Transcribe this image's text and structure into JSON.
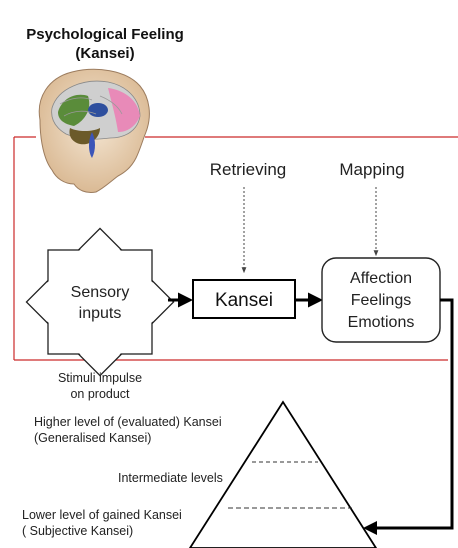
{
  "title": {
    "line1": "Psychological Feeling",
    "line2": "(Kansei)"
  },
  "labels": {
    "retrieving": "Retrieving",
    "mapping": "Mapping"
  },
  "sensory": {
    "line1": "Sensory",
    "line2": "inputs"
  },
  "kansei_box": "Kansei",
  "affection": {
    "line1": "Affection",
    "line2": "Feelings",
    "line3": "Emotions"
  },
  "stimuli": {
    "line1": "Stimuli impulse",
    "line2": "on product"
  },
  "pyramid": {
    "higher_line1": "Higher level of  (evaluated) Kansei",
    "higher_line2": "(Generalised Kansei)",
    "intermediate": "Intermediate levels",
    "lower_line1": "Lower level of gained Kansei",
    "lower_line2": "( Subjective Kansei)"
  },
  "colors": {
    "frame_red": "#cc2a2a",
    "arrow_black": "#000000",
    "text": "#222222"
  },
  "icons": {
    "brain": "brain-head-illustration",
    "star": "eight-point-star"
  }
}
